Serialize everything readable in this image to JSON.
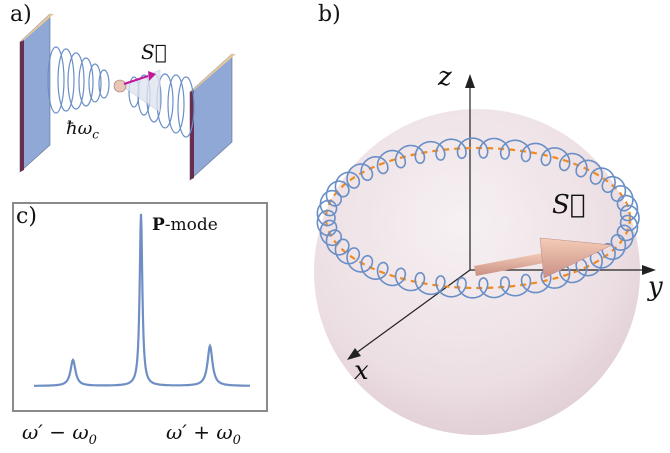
{
  "panels": {
    "a": "a)",
    "b": "b)",
    "c": "c)"
  },
  "panel_a": {
    "spin_label": "S⃗",
    "photon_label": "ħω",
    "photon_sub": "c"
  },
  "panel_b": {
    "axis_x": "x",
    "axis_y": "y",
    "axis_z": "z",
    "spin_label": "S⃗"
  },
  "panel_c": {
    "peak_label_bold": "P",
    "peak_label_rest": "-mode",
    "tick_left": "ω′ − ω",
    "tick_left_sub": "0",
    "tick_right": "ω′ + ω",
    "tick_right_sub": "0"
  },
  "colors": {
    "mirror_face": "#8fa8d6",
    "mirror_edge": "#6b2d4f",
    "mirror_top": "#e9c99a",
    "coil": "#6a8fc6",
    "spectrum": "#6f8fc4",
    "sphere": "#e9dde3",
    "dashed_orbit": "#f08a20",
    "arrow": "#e8b49a",
    "spin_arrow_a": "#c01a9c"
  }
}
